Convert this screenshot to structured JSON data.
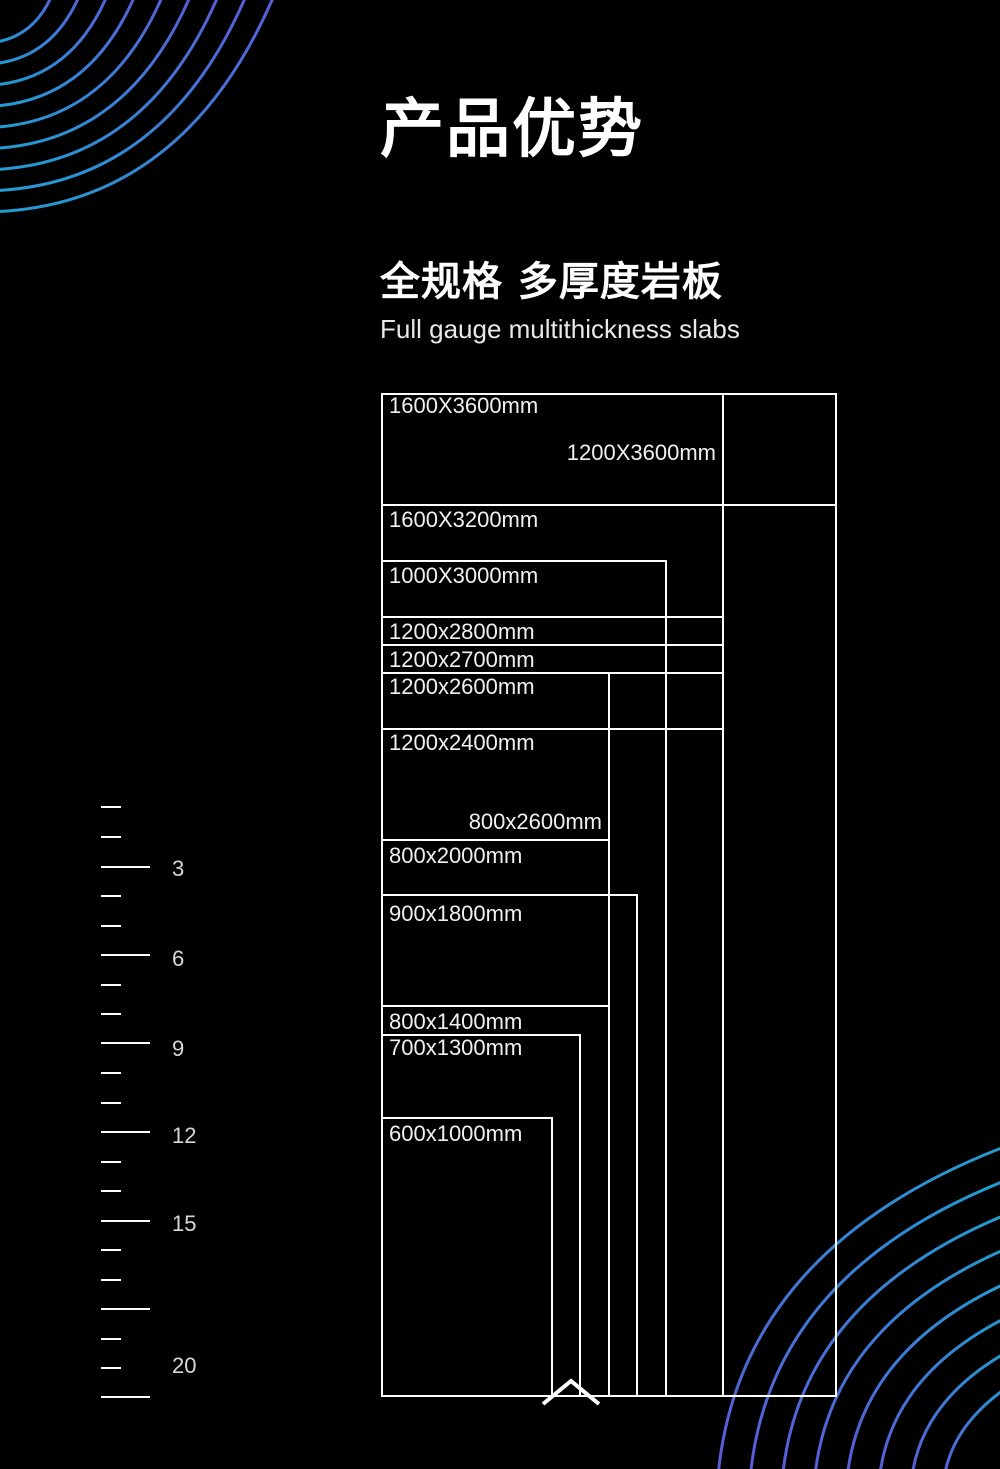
{
  "page": {
    "title": "产品优势",
    "subtitle": "全规格 多厚度岩板",
    "subtitle_en": "Full gauge multithickness slabs"
  },
  "colors": {
    "background": "#000000",
    "line": "#ffffff",
    "wave_start": "#1f8fc9",
    "wave_end": "#5b5fd6"
  },
  "slabs": [
    {
      "label": "1600X3600mm",
      "width_mm": 1600,
      "length_mm": 3600
    },
    {
      "label": "1200X3600mm",
      "width_mm": 1200,
      "length_mm": 3600
    },
    {
      "label": "1600X3200mm",
      "width_mm": 1600,
      "length_mm": 3200
    },
    {
      "label": "1000X3000mm",
      "width_mm": 1000,
      "length_mm": 3000
    },
    {
      "label": "1200x2800mm",
      "width_mm": 1200,
      "length_mm": 2800
    },
    {
      "label": "1200x2700mm",
      "width_mm": 1200,
      "length_mm": 2700
    },
    {
      "label": "1200x2600mm",
      "width_mm": 1200,
      "length_mm": 2600
    },
    {
      "label": "1200x2400mm",
      "width_mm": 1200,
      "length_mm": 2400
    },
    {
      "label": "800x2600mm",
      "width_mm": 800,
      "length_mm": 2600
    },
    {
      "label": "800x2000mm",
      "width_mm": 800,
      "length_mm": 2000
    },
    {
      "label": "900x1800mm",
      "width_mm": 900,
      "length_mm": 1800
    },
    {
      "label": "800x1400mm",
      "width_mm": 800,
      "length_mm": 1400
    },
    {
      "label": "700x1300mm",
      "width_mm": 700,
      "length_mm": 1300
    },
    {
      "label": "600x1000mm",
      "width_mm": 600,
      "length_mm": 1000
    }
  ],
  "thickness_scale": {
    "labels": [
      "3",
      "6",
      "9",
      "12",
      "15",
      "20"
    ]
  },
  "icons": {
    "scroll_hint": "chevron-up-icon"
  }
}
